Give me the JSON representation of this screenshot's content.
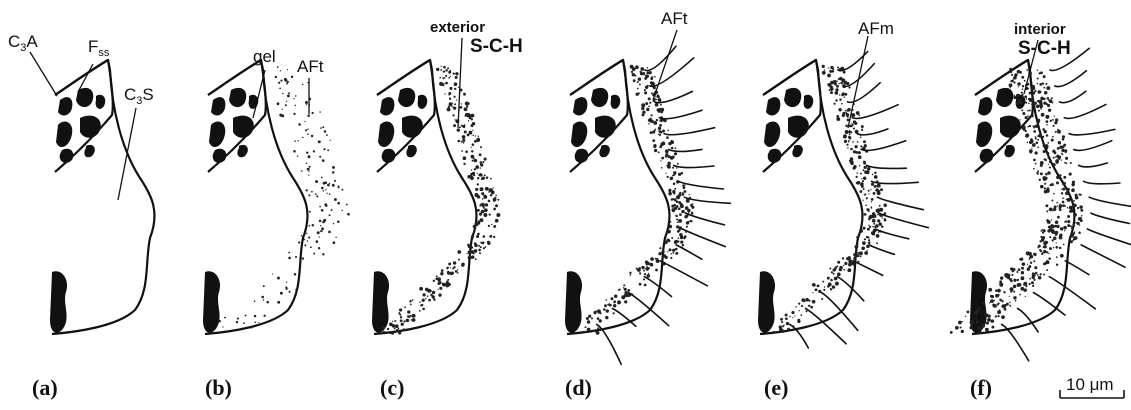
{
  "panels": [
    {
      "letter": "(a)"
    },
    {
      "letter": "(b)"
    },
    {
      "letter": "(c)"
    },
    {
      "letter": "(d)"
    },
    {
      "letter": "(e)"
    },
    {
      "letter": "(f)"
    }
  ],
  "labels": {
    "c3a": "C",
    "c3a_sub": "3",
    "c3a_tail": "A",
    "fss": "F",
    "fss_sub": "ss",
    "c3s": "C",
    "c3s_sub": "3",
    "c3s_tail": "S",
    "gel": "gel",
    "aft_b": "AFt",
    "exterior": "exterior",
    "sch_c": "S-C-H",
    "aft_d": "AFt",
    "afm": "AFm",
    "interior": "interior",
    "sch_f": "S-C-H"
  },
  "scale_bar": {
    "label": "10 μm"
  }
}
